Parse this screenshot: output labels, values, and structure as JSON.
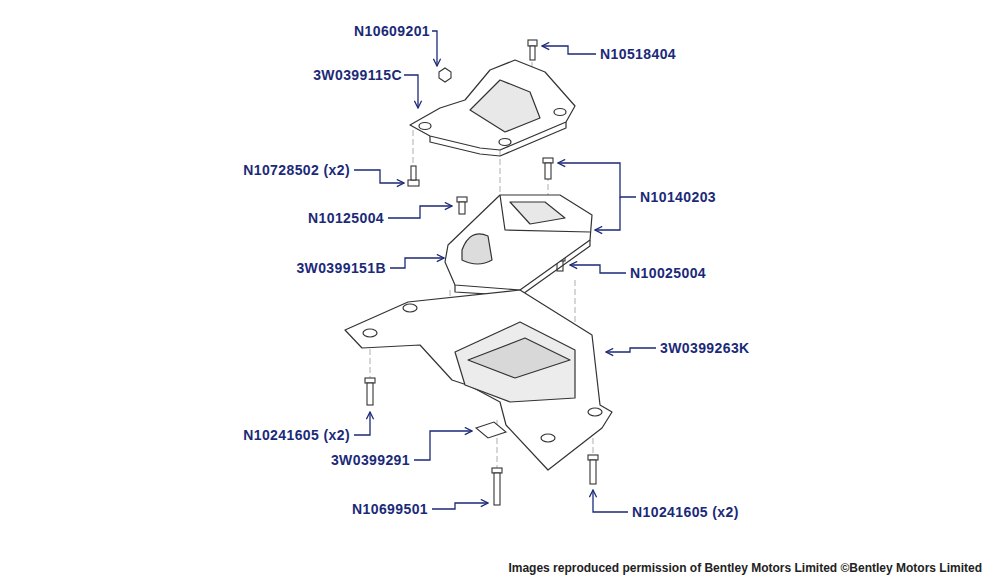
{
  "diagram": {
    "caption": "Images reproduced permission of Bentley Motors Limited ©Bentley Motors Limited",
    "labels": [
      "N10609201",
      "N10518404",
      "3W0399115C",
      "N10728502 (x2)",
      "N10140203",
      "N10125004",
      "3W0399151B",
      "N10025004",
      "3W0399263K",
      "N10241605 (x2)",
      "3W0399291",
      "N10699501",
      "N10241605 (x2)"
    ]
  }
}
